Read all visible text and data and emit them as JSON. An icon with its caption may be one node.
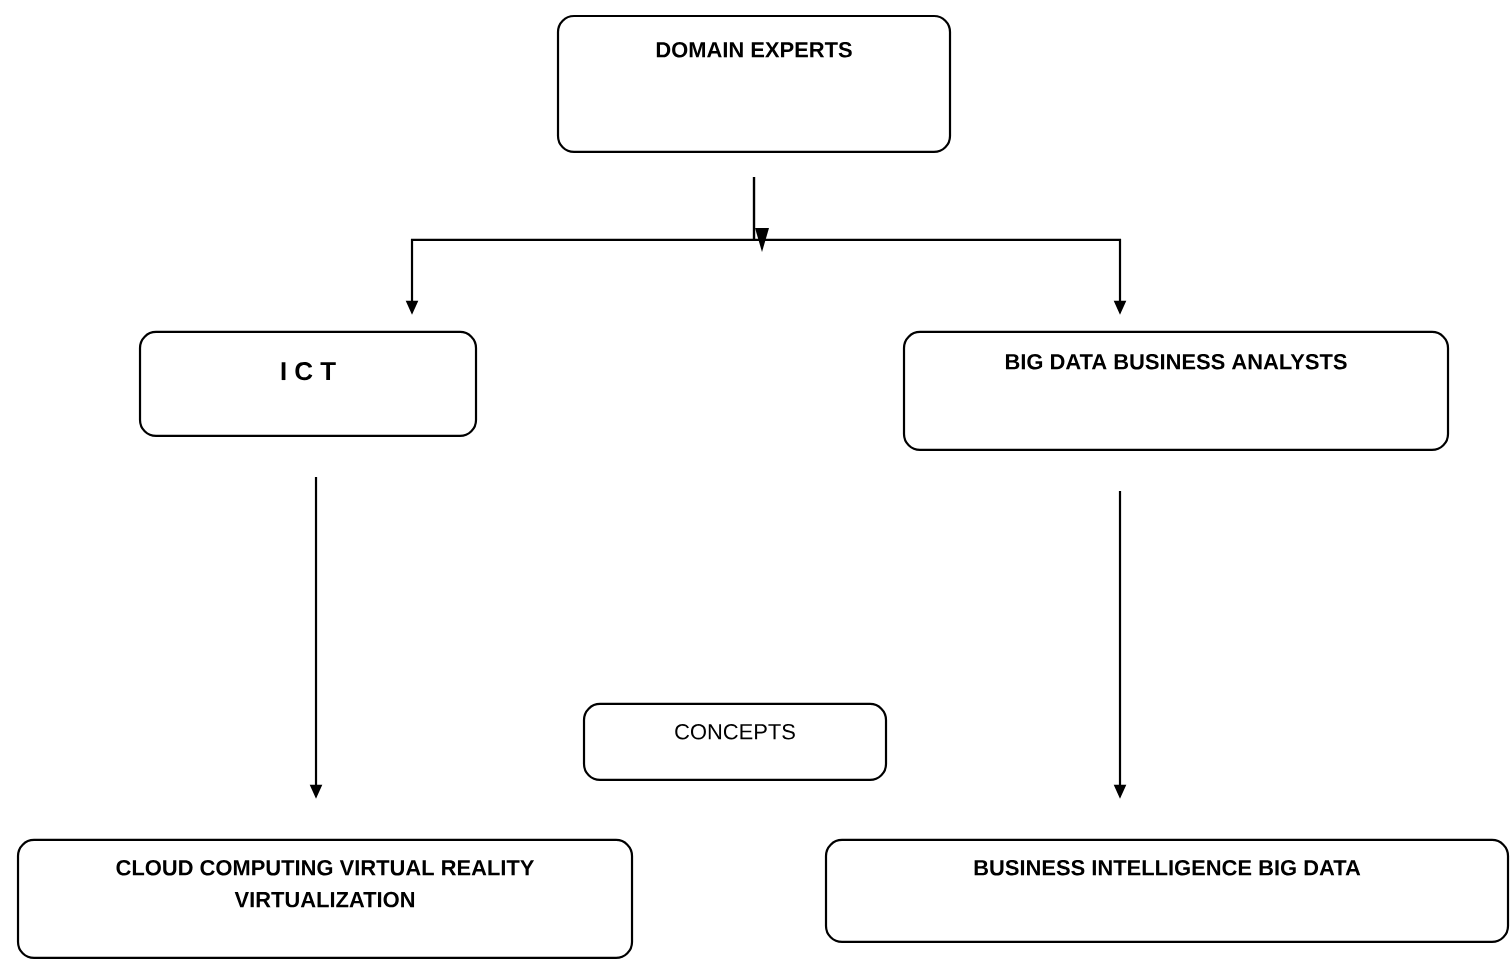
{
  "diagram": {
    "nodes": [
      {
        "text": [
          "DOMAIN EXPERTS"
        ]
      },
      {
        "text": [
          "I C T"
        ]
      },
      {
        "text": [
          "BIG DATA BUSINESS ANALYSTS"
        ]
      },
      {
        "text": [
          "CONCEPTS"
        ]
      },
      {
        "text": [
          "CLOUD COMPUTING VIRTUAL REALITY VIRTUALIZATION"
        ]
      },
      {
        "text": [
          "BUSINESS INTELLIGENCE BIG DATA"
        ]
      }
    ],
    "edges": [
      {
        "from": 0,
        "to": 1,
        "arrow": "to"
      },
      {
        "from": 0,
        "to": 2,
        "arrow": "to"
      },
      {
        "from": 1,
        "to": 4,
        "arrow": "to"
      },
      {
        "from": 2,
        "to": 5,
        "arrow": "to"
      }
    ]
  }
}
